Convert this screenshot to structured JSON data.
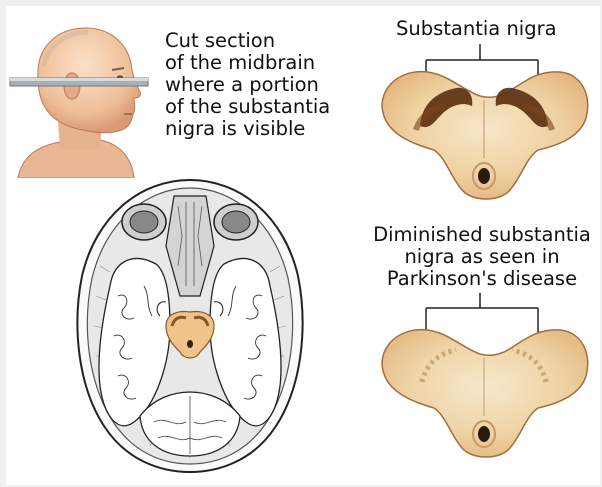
{
  "labels": {
    "cut_section": "Cut section\nof the midbrain\nwhere a portion\nof the substantia\nnigra is visible",
    "substantia_nigra": "Substantia nigra",
    "diminished": "Diminished substantia\nnigra as seen in\nParkinson's disease"
  },
  "colors": {
    "tissue_light": "#f7ecd5",
    "tissue_mid": "#e8c48e",
    "pigment_dark": "#5a2e10",
    "pigment_faint": "#9a6a3e",
    "skin": "#f2c8a8",
    "outline": "#222222"
  },
  "icons": {
    "head": "head-profile-icon",
    "brain": "brain-axial-section-illustration",
    "normal_section": "normal-midbrain-section",
    "parkinson_section": "parkinson-midbrain-section"
  }
}
